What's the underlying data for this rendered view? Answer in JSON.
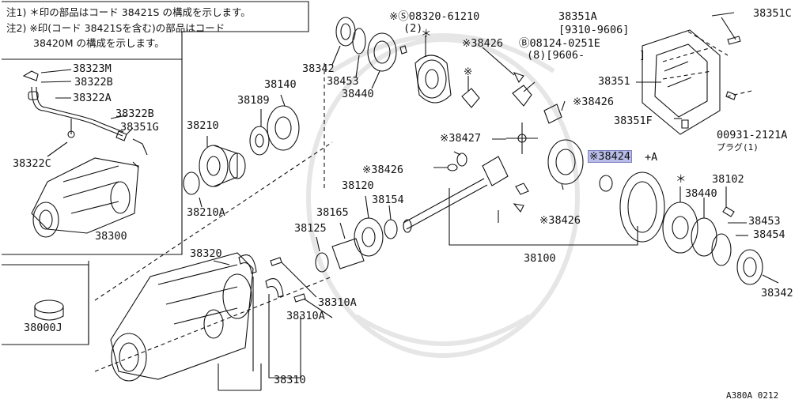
{
  "notes": {
    "line1": "注1) ＊印の部品はコード 38421S の構成を示します。",
    "line2": "注2) ※印(コード 38421Sを含む)の部品はコード",
    "line3": "38420M の構成を示します。"
  },
  "labels": {
    "l38323M": "38323M",
    "l38322B_top": "38322B",
    "l38322A": "38322A",
    "l38322B_mid": "38322B",
    "l38351G": "38351G",
    "l38322C": "38322C",
    "l38300": "38300",
    "l38000J": "38000J",
    "l38342_top": "38342",
    "l38453_top": "38453",
    "l38440_top": "38440",
    "l08320": "※Ⓢ08320-61210",
    "l08320_qty": "(2)",
    "l38426_a": "※38426",
    "l38140": "38140",
    "l38189": "38189",
    "l38210": "38210",
    "l38210A": "38210A",
    "l38427": "※38427",
    "l38426_b": "※38426",
    "l38426_c": "※38426",
    "l38426_d": "※38426",
    "l38424": "※38424",
    "l38424_suffix": "+A",
    "l38120": "38120",
    "l38154": "38154",
    "l38165": "38165",
    "l38125": "38125",
    "l38100": "38100",
    "l38320": "38320",
    "l38310A_1": "38310A",
    "l38310A_2": "38310A",
    "l38310": "38310",
    "l38351A": "38351A",
    "l38351A_range": "[9310-9606]",
    "l08124": "Ⓑ08124-0251E",
    "l08124_qty": "(8)[9606-",
    "l08124_close": "]",
    "l38351C": "38351C",
    "l38351": "38351",
    "l38351F": "38351F",
    "l00931": "00931-2121A",
    "l00931_sub": "プラグ(1)",
    "l38102": "38102",
    "l38440_r": "38440",
    "l38453_r": "38453",
    "l38454": "38454",
    "l38342_r": "38342",
    "star_mark_1": "＊",
    "star_mark_2": "＊",
    "kome": "※",
    "diagram_code": "A380A 0212"
  },
  "highlight_color": "#b8bce6"
}
